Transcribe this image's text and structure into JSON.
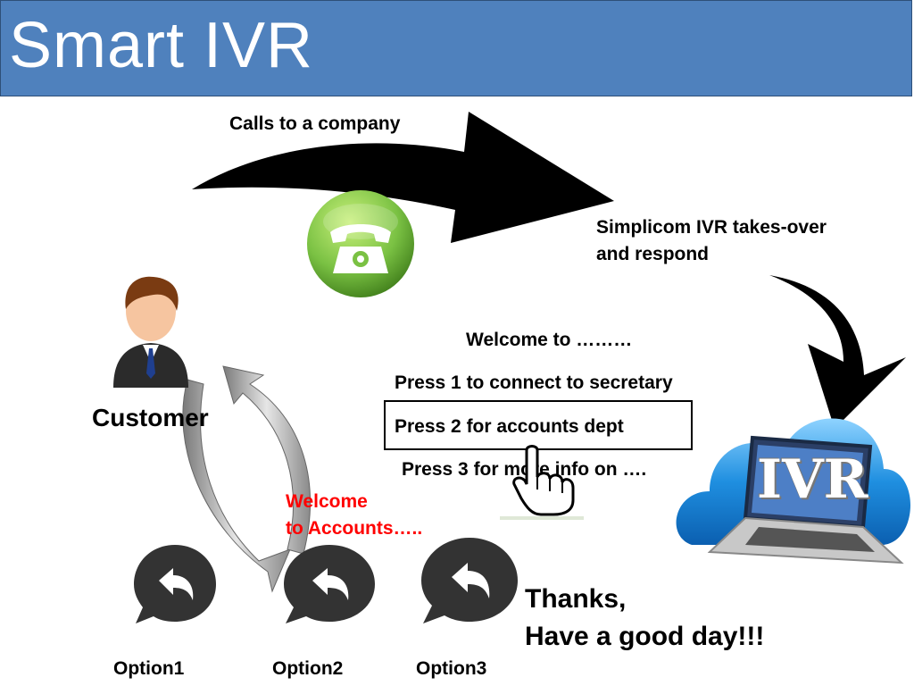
{
  "title": "Smart IVR",
  "flow": {
    "call_label": "Calls to a company",
    "takeover_lines": [
      "Simplicom IVR takes-over",
      "and respond"
    ],
    "customer_label": "Customer"
  },
  "menu": {
    "welcome": "Welcome to ………",
    "press1": "Press 1  to connect to secretary",
    "press2": "Press 2 for accounts dept",
    "press3": "Press 3  for more info on …."
  },
  "accounts_msg": [
    "Welcome",
    "to Accounts….."
  ],
  "thanks": [
    "Thanks,",
    "Have a good day!!!"
  ],
  "ivr_logo_text": "IVR",
  "options": [
    {
      "label": "Option1"
    },
    {
      "label": "Option2"
    },
    {
      "label": "Option3"
    }
  ],
  "colors": {
    "title_bar": "#4f81bd",
    "phone_green": "#7ac143",
    "accounts_text": "#ff0000",
    "cloud_blue": "#1f8fe0",
    "bubble_dark": "#333333"
  },
  "icons": [
    "phone-icon",
    "customer-avatar-icon",
    "reply-bubble-icon",
    "hand-pointer-icon",
    "ivr-cloud-laptop-icon",
    "curved-arrow-icon"
  ]
}
